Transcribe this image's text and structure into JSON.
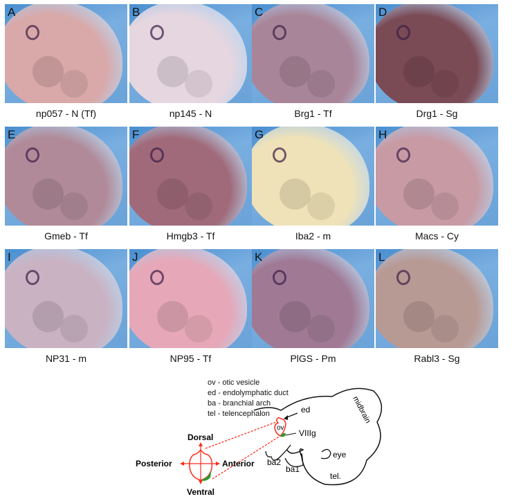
{
  "panels": [
    {
      "letter": "A",
      "caption": "np057 - N (Tf)",
      "tint": "#d9a8a8"
    },
    {
      "letter": "B",
      "caption": "np145 - N",
      "tint": "#e6d6e0"
    },
    {
      "letter": "C",
      "caption": "Brg1 - Tf",
      "tint": "#a98599"
    },
    {
      "letter": "D",
      "caption": "Drg1 - Sg",
      "tint": "#7a4a55"
    },
    {
      "letter": "E",
      "caption": "Gmeb - Tf",
      "tint": "#b08a98"
    },
    {
      "letter": "F",
      "caption": "Hmgb3 - Tf",
      "tint": "#a06a7a"
    },
    {
      "letter": "G",
      "caption": "Iba2 - m",
      "tint": "#efe2b8"
    },
    {
      "letter": "H",
      "caption": "Macs - Cy",
      "tint": "#c79aa4"
    },
    {
      "letter": "I",
      "caption": "NP31 - m",
      "tint": "#c9b2c2"
    },
    {
      "letter": "J",
      "caption": "NP95 - Tf",
      "tint": "#e6a8b8"
    },
    {
      "letter": "K",
      "caption": "PlGS - Pm",
      "tint": "#a07a95"
    },
    {
      "letter": "L",
      "caption": "Rabl3 - Sg",
      "tint": "#b89a95"
    }
  ],
  "legend": [
    "ov - otic vesicle",
    "ed - endolymphatic duct",
    "ba - branchial arch",
    "tel - telencephalon"
  ],
  "diagram": {
    "dorsal": "Dorsal",
    "ventral": "Ventral",
    "posterior": "Posterior",
    "anterior": "Anterior",
    "ov": "ov",
    "ed": "ed",
    "viiig": "VIIIg",
    "midbrain": "midbrain",
    "eye": "eye",
    "tel": "tel.",
    "ba1": "ba1",
    "ba2": "ba2"
  },
  "colors": {
    "red": "#ff2a1a",
    "green": "#2a9a2a"
  }
}
